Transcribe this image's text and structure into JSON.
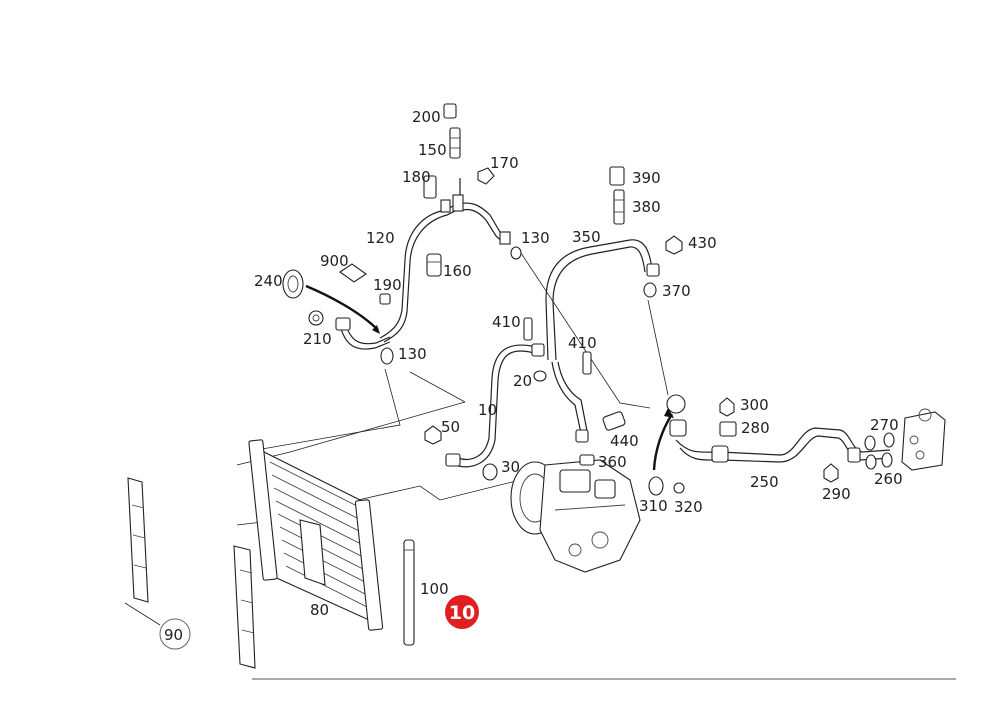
{
  "labels": {
    "l200": "200",
    "l150": "150",
    "l170": "170",
    "l180": "180",
    "l390": "390",
    "l380": "380",
    "l350": "350",
    "l430": "430",
    "l120": "120",
    "l130a": "130",
    "l900": "900",
    "l160": "160",
    "l240": "240",
    "l190": "190",
    "l370": "370",
    "l410a": "410",
    "l210": "210",
    "l130b": "130",
    "l410b": "410",
    "l20": "20",
    "l300": "300",
    "l270": "270",
    "l10": "10",
    "l50": "50",
    "l280": "280",
    "l440": "440",
    "l360": "360",
    "l30": "30",
    "l250": "250",
    "l290": "290",
    "l260": "260",
    "l310": "310",
    "l320": "320",
    "l100": "100",
    "l80": "80",
    "l90": "90"
  },
  "badge": {
    "text": "10",
    "color": "#e02020"
  }
}
